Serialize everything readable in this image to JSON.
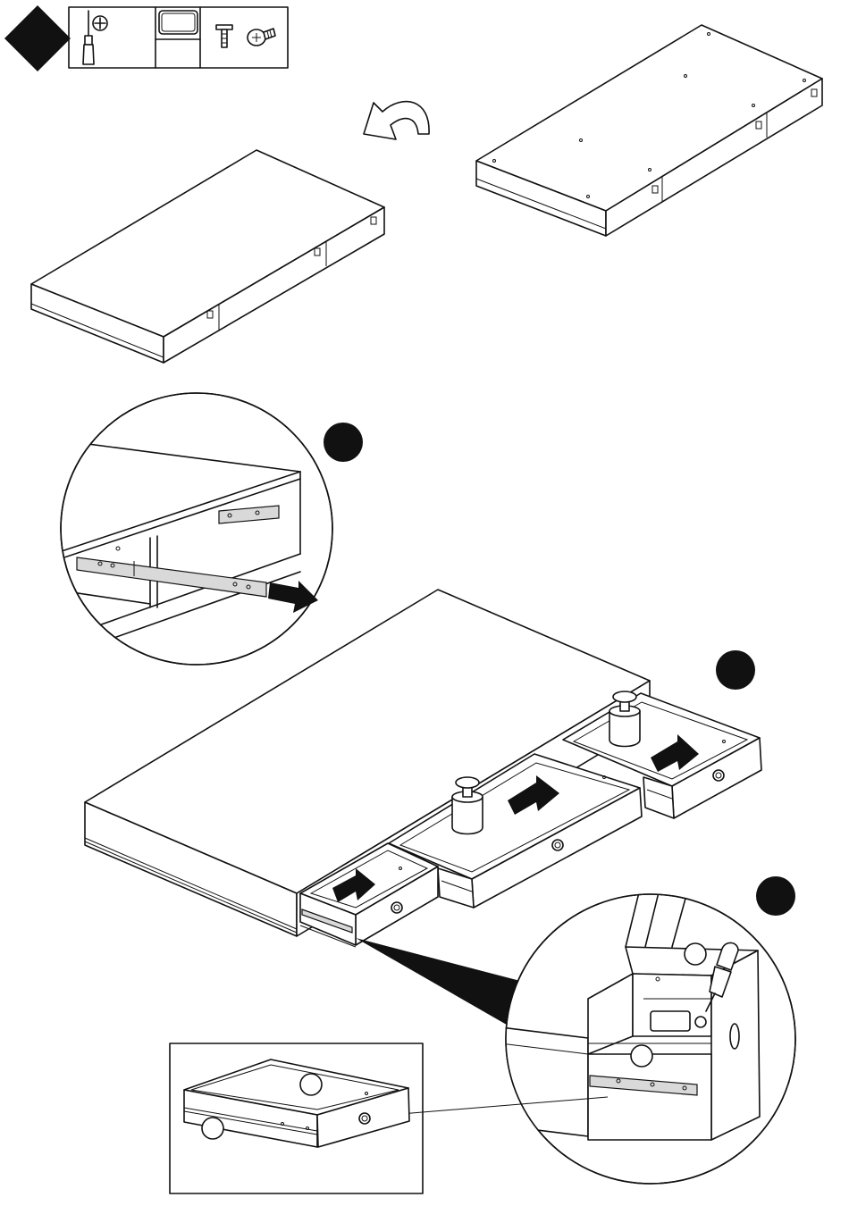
{
  "step": {
    "number": ""
  },
  "tools": [
    {
      "icon": "phillips-screwdriver-icon"
    },
    {
      "icon": "part-label-blank-icon"
    },
    {
      "icon": "flat-head-screw-icon"
    },
    {
      "icon": "phillips-screw-icon"
    }
  ],
  "callouts": {
    "circle_a": "",
    "circle_b": "",
    "circle_c": "",
    "parts_in_detail": [
      "",
      "",
      ""
    ],
    "parts_in_drawer_inset": [
      "",
      ""
    ]
  },
  "colors": {
    "ink": "#111111",
    "paper": "#ffffff",
    "rail": "#d9d9d9"
  },
  "arrows": [
    "rotate-flip-arrow",
    "pull-rail-arrow",
    "push-drawer-arrow"
  ]
}
